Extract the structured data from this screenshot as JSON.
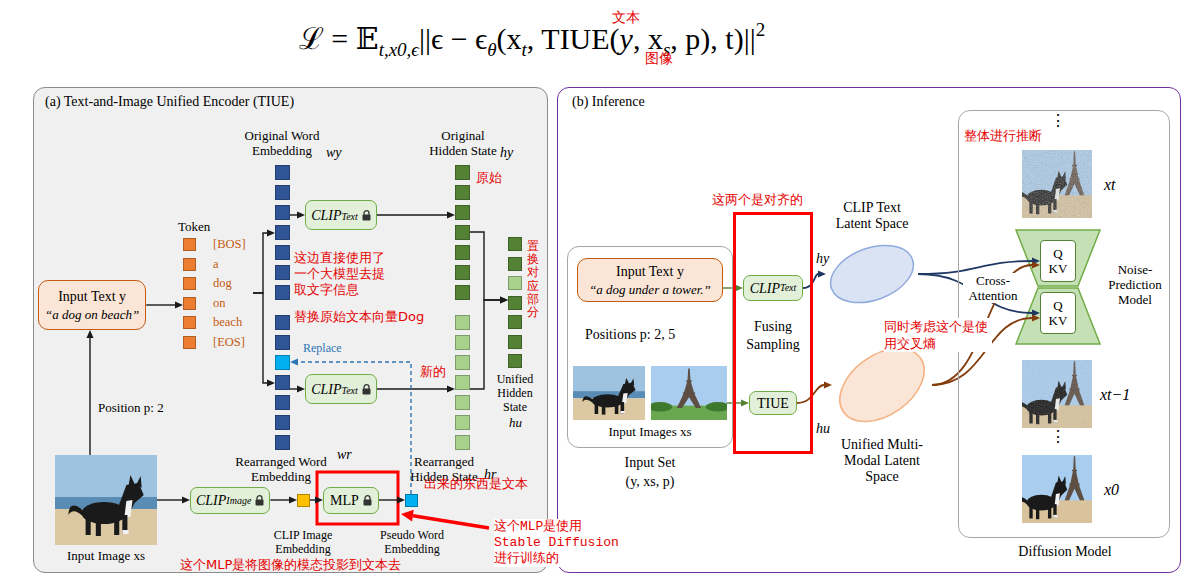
{
  "diagram": {
    "nodes": [
      {
        "text": [
          "(a) Text-and-Image Unified Encoder (TIUE)"
        ]
      },
      {
        "text": [
          "Input Text y",
          "“a dog on beach”"
        ],
        "in": 0
      },
      {
        "text": [
          "Token",
          "[BOS]",
          "a",
          "dog",
          "on",
          "beach",
          "[EOS]"
        ],
        "in": 0
      },
      {
        "text": [
          "Original Word Embedding",
          "wy"
        ],
        "in": 0
      },
      {
        "text": [
          "Rearranged Word Embedding",
          "wr"
        ],
        "in": 0
      },
      {
        "text": [
          "CLIP",
          "Text"
        ],
        "in": 0
      },
      {
        "text": [
          "CLIP",
          "Text"
        ],
        "in": 0
      },
      {
        "text": [
          "Original Hidden State",
          "hy"
        ],
        "in": 0
      },
      {
        "text": [
          "Rearranged Hidden State",
          "hr"
        ],
        "in": 0
      },
      {
        "text": [
          "Unified Hidden State",
          "hu"
        ],
        "in": 0
      },
      {
        "text": [
          "Input Image xs"
        ],
        "in": 0
      },
      {
        "text": [
          "CLIP",
          "Image"
        ],
        "in": 0
      },
      {
        "text": [
          "CLIP Image Embedding"
        ],
        "in": 0
      },
      {
        "text": [
          "MLP"
        ],
        "in": 0
      },
      {
        "text": [
          "Pseudo Word Embedding"
        ],
        "in": 0
      },
      {
        "text": [
          "(b) Inference"
        ]
      },
      {
        "text": [
          "Input Set",
          "(y, xs, p)"
        ],
        "in": 15
      },
      {
        "text": [
          "Input Text y",
          "“a dog under a tower.”"
        ],
        "in": 16
      },
      {
        "text": [
          "Input Images xs"
        ],
        "in": 16
      },
      {
        "text": [
          "Fusing Sampling"
        ],
        "in": 15
      },
      {
        "text": [
          "CLIP",
          "Text"
        ],
        "in": 19
      },
      {
        "text": [
          "TIUE"
        ],
        "in": 19
      },
      {
        "text": [
          "CLIP Text Latent Space"
        ],
        "in": 15
      },
      {
        "text": [
          "Unified Multi-Modal Latent Space"
        ],
        "in": 15
      },
      {
        "text": [
          "Diffusion Model"
        ],
        "in": 15
      },
      {
        "text": [
          "Q",
          "KV"
        ],
        "in": 24
      },
      {
        "text": [
          "Q",
          "KV"
        ],
        "in": 24
      }
    ],
    "edges": [
      {
        "from": 1,
        "to": 2,
        "arrow": "to"
      },
      {
        "from": 2,
        "to": 3,
        "arrow": "to"
      },
      {
        "from": 2,
        "to": 4,
        "arrow": "to"
      },
      {
        "from": 3,
        "to": 5,
        "arrow": "to"
      },
      {
        "from": 5,
        "to": 7,
        "arrow": "to"
      },
      {
        "from": 4,
        "to": 6,
        "arrow": "to"
      },
      {
        "from": 6,
        "to": 8,
        "arrow": "to"
      },
      {
        "from": 7,
        "to": 9,
        "arrow": "to"
      },
      {
        "from": 8,
        "to": 9,
        "arrow": "to"
      },
      {
        "from": 10,
        "to": 1,
        "label": "Position p: 2",
        "arrow": "to"
      },
      {
        "from": 10,
        "to": 11,
        "arrow": "to"
      },
      {
        "from": 11,
        "to": 12,
        "arrow": "to"
      },
      {
        "from": 12,
        "to": 13,
        "arrow": "to"
      },
      {
        "from": 13,
        "to": 14,
        "arrow": "to"
      },
      {
        "from": 14,
        "to": 4,
        "label": "Replace",
        "arrow": "to"
      },
      {
        "from": 17,
        "to": 20,
        "arrow": "to"
      },
      {
        "from": 18,
        "to": 21,
        "arrow": "to"
      },
      {
        "from": 20,
        "to": 22,
        "arrow": "to"
      },
      {
        "from": 21,
        "to": 23,
        "arrow": "to"
      },
      {
        "from": 22,
        "to": 25,
        "arrow": "to"
      },
      {
        "from": 22,
        "to": 26,
        "arrow": "to"
      },
      {
        "from": 23,
        "to": 25,
        "arrow": "to"
      },
      {
        "from": 23,
        "to": 26,
        "arrow": "to"
      }
    ],
    "labels": [
      "ℒ = 𝔼",
      "t,x0,ϵ",
      "||ϵ − ϵ",
      "θ",
      "(x",
      "t",
      ", TIUE(",
      "y",
      ", x",
      "s",
      ", p), t)||",
      "2",
      "文本",
      "图像",
      "原始",
      "这边直接使用了一个大模型去提取文字信息",
      "替换原始文本向量Dog",
      "新的",
      "置换对应部分",
      "出来的东西是文本",
      "这个MLP是使用Stable Diffusion进行训练的",
      "这个MLP是将图像的模态投影到文本去",
      "Positions p: 2, 5",
      "hy",
      "hu",
      "这两个是对齐的",
      "同时考虑这个是使用交叉熵",
      "整体进行推断",
      "Cross-Attention",
      "Noise-Prediction Model",
      "⋮",
      "xt",
      "xt−1",
      "⋮",
      "x0"
    ]
  }
}
